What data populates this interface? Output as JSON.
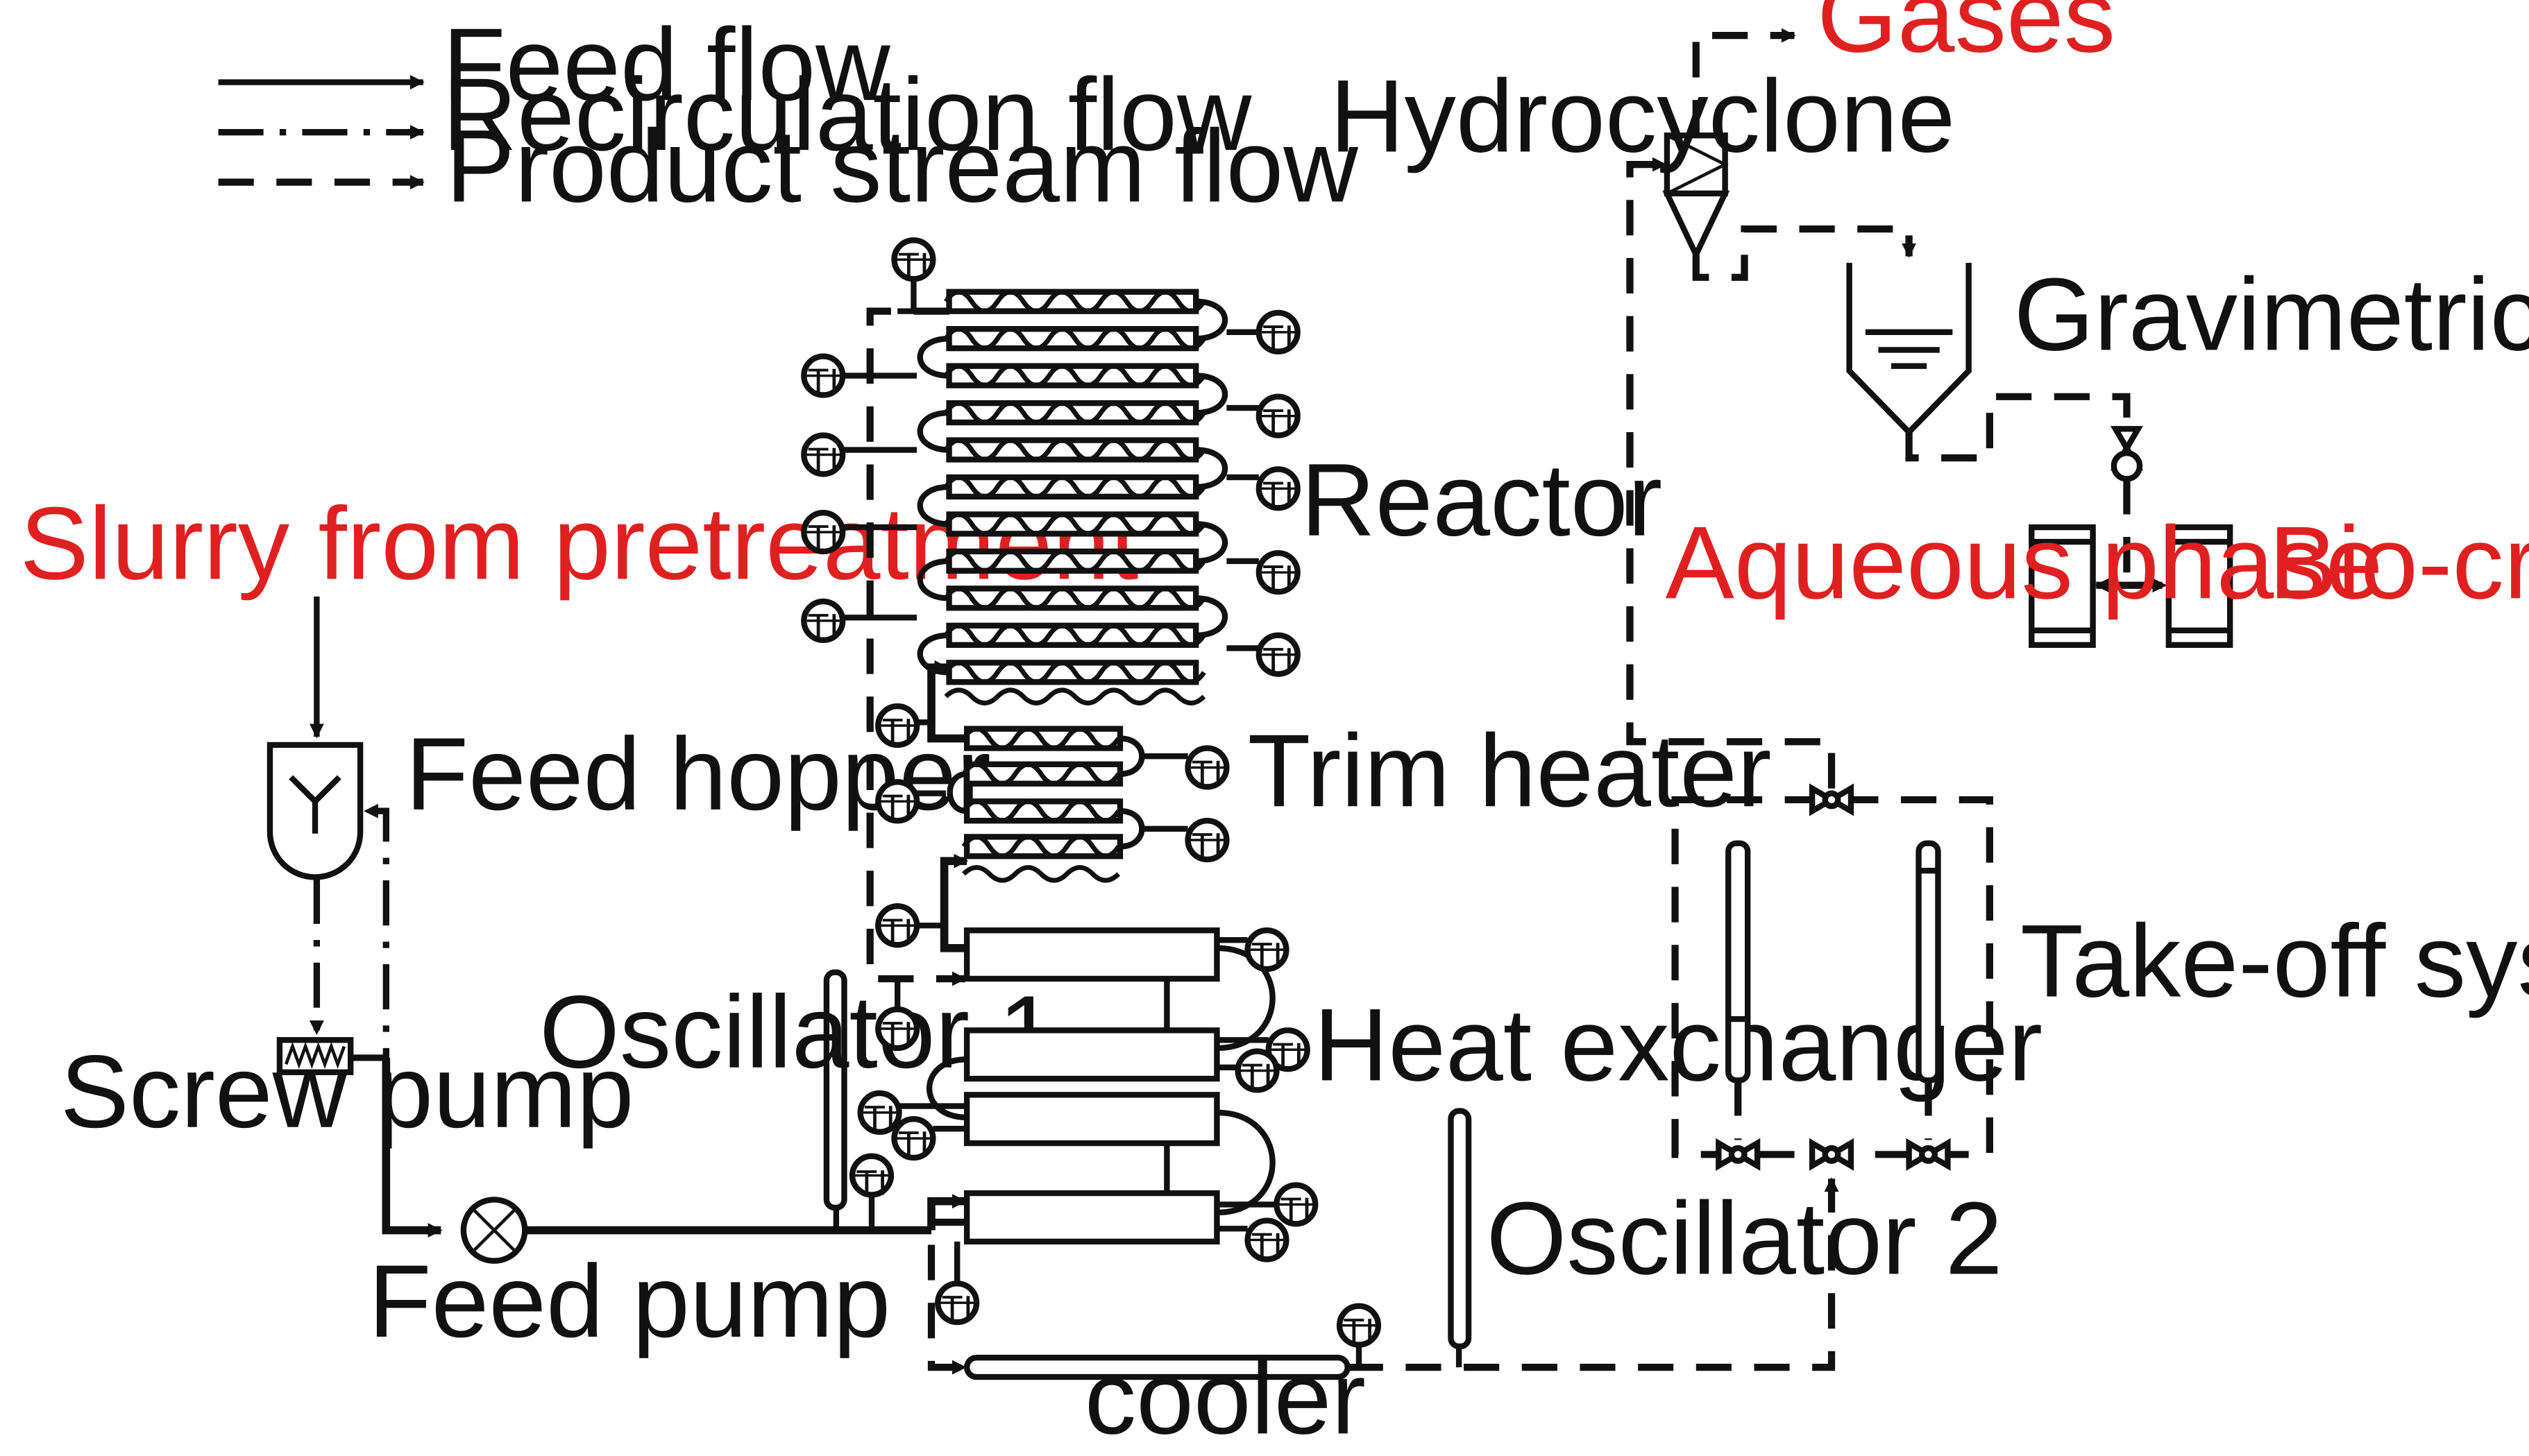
{
  "legend": {
    "feed": "Feed flow",
    "recirculation": "Recirculation flow",
    "product": "Product stream flow"
  },
  "labels": {
    "slurry": "Slurry from pretreatment",
    "feed_hopper": "Feed hopper",
    "screw_pump": "Screw pump",
    "feed_pump": "Feed pump",
    "oscillator_1": "Oscillator 1",
    "oscillator_2": "Oscillator 2",
    "reactor": "Reactor",
    "trim_heater": "Trim heater",
    "heat_exchanger": "Heat exchanger",
    "cooler": "cooler",
    "hydrocyclone": "Hydrocyclone",
    "gases": "Gases",
    "gravimetric_separator": "Gravimetric separator",
    "aqueous_phase": "Aqueous phase",
    "bio_crude": "Bio-crude",
    "take_off_system": "Take-off system"
  },
  "instrument_tag": "TI",
  "colors": {
    "line": "#111111",
    "product_label": "#e02020"
  }
}
